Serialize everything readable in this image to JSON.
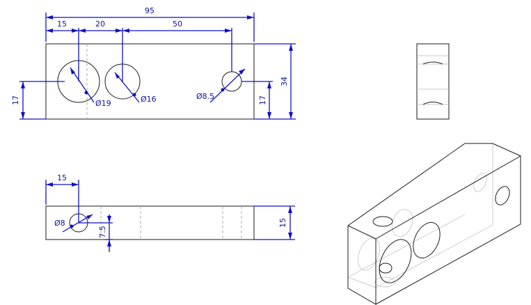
{
  "front_view": {
    "dim_overall_length": "95",
    "dim_hole1_x": "15",
    "dim_hole_spacing": "20",
    "dim_hole3_offset": "50",
    "dim_height": "34",
    "dim_left_y": "17",
    "dim_right_y": "17",
    "hole1_diameter": "Ø19",
    "hole2_diameter": "Ø16",
    "hole3_diameter": "Ø8.5"
  },
  "top_view": {
    "dim_hole_x": "15",
    "dim_thickness": "15",
    "dim_hole_depth": "7.5",
    "hole_diameter": "Ø8"
  },
  "colors": {
    "dimension": "#1010c8",
    "outline": "#1a1a1a",
    "hidden": "#9a9a9a"
  }
}
